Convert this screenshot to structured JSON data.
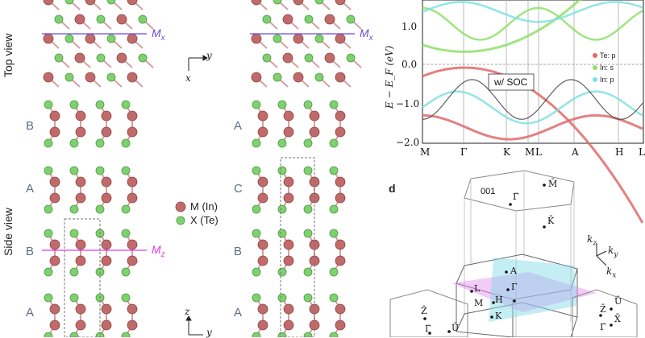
{
  "left_panel": {
    "top_view_label": "Top view",
    "side_view_label": "Side view",
    "mirror_x": "M",
    "mirror_x_sub": "x",
    "mirror_z": "M",
    "mirror_z_sub": "z",
    "axis_y": "y",
    "axis_x": "x",
    "axis_z": "z",
    "axis_y2": "y",
    "stack_left": [
      "B",
      "A",
      "B",
      "A"
    ],
    "stack_right": [
      "A",
      "C",
      "B",
      "A"
    ],
    "legend": [
      {
        "label": "M (In)",
        "color": "#c06a6a"
      },
      {
        "label": "X (Te)",
        "color": "#7fd16f"
      }
    ],
    "colors": {
      "in_atom": "#c06a6a",
      "te_atom": "#7fd16f",
      "mirror_x_line": "#6a4ad8",
      "mirror_z_line": "#e23be0",
      "bond_dark": "#2d3e5a"
    }
  },
  "band_panel": {
    "ylabel": "E − E_F (eV)",
    "yticks": [
      "1.0",
      "0.0",
      "−1.0",
      "−2.0"
    ],
    "kpoints": [
      "M",
      "Γ",
      "K",
      "M",
      "L",
      "A",
      "H",
      "L"
    ],
    "inset_label": "w/ SOC",
    "legend": [
      {
        "label": "Te: p",
        "color": "#e06a6a"
      },
      {
        "label": "In: s",
        "color": "#8fe06a"
      },
      {
        "label": "In: p",
        "color": "#7fe0e0"
      }
    ]
  },
  "bz_panel": {
    "panel_letter": "d",
    "surface_label": "001",
    "points": [
      "M̄",
      "Γ̄",
      "K̄",
      "A",
      "L",
      "Γ",
      "M",
      "H",
      "K",
      "Z̄",
      "Γ̄",
      "Ū",
      "Z̄",
      "Ū",
      "Γ̄",
      "X̄"
    ],
    "axes": [
      "k",
      "k",
      "k"
    ],
    "axes_sub": [
      "z",
      "y",
      "x"
    ]
  },
  "chart_data": {
    "type": "line",
    "title": "",
    "xlabel": "",
    "ylabel": "E − E_F (eV)",
    "ylim": [
      -2.0,
      1.6
    ],
    "x_tick_labels": [
      "M",
      "Γ",
      "K",
      "M",
      "L",
      "A",
      "H",
      "L"
    ],
    "series": [
      {
        "name": "Te: p",
        "values": []
      },
      {
        "name": "In: s",
        "values": []
      },
      {
        "name": "In: p",
        "values": []
      }
    ]
  }
}
